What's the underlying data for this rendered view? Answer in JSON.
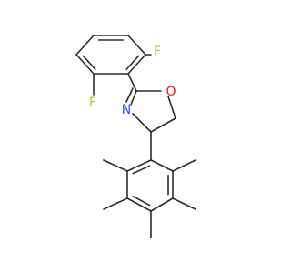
{
  "molecule": {
    "atoms": {
      "fluorine_top": "F",
      "fluorine_left": "F",
      "oxygen": "O",
      "nitrogen": "N"
    },
    "colors": {
      "bond": "#2b2b2b",
      "F": "#9acd32",
      "O": "#ff0d0d",
      "N": "#3050f8",
      "background": "#ffffff"
    }
  }
}
